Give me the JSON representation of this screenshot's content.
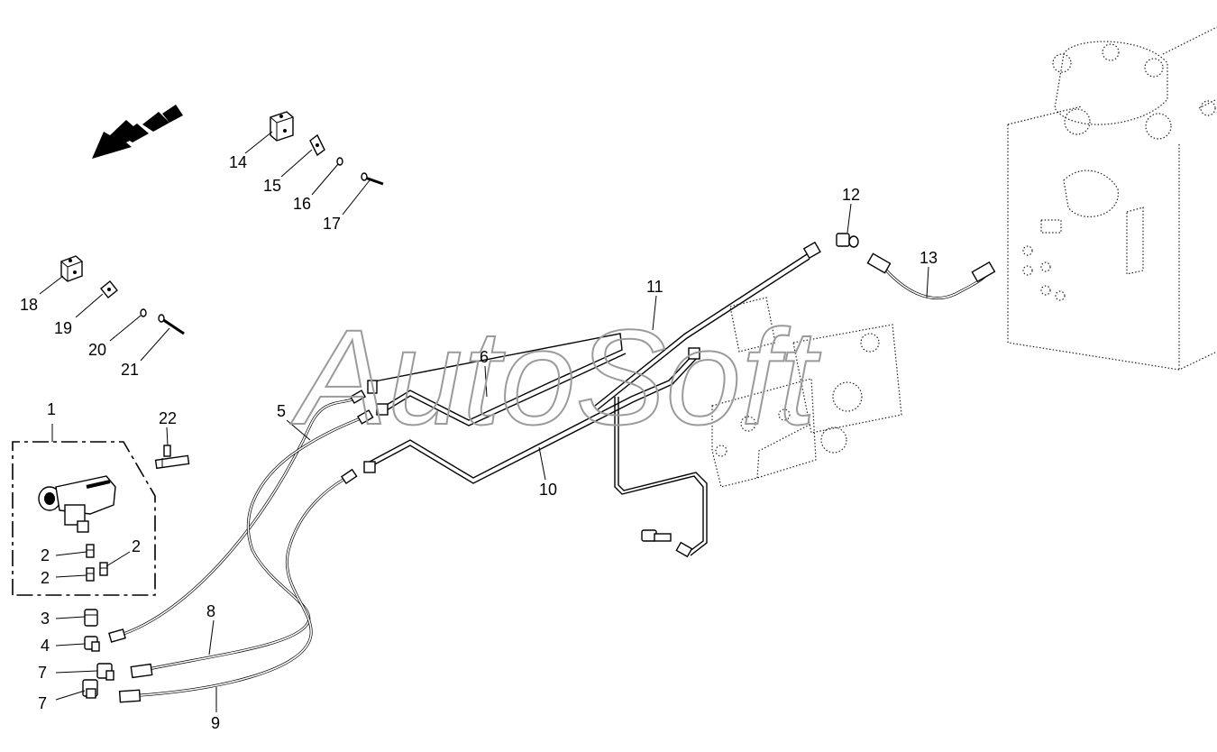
{
  "watermark": "AutoSoft",
  "callouts": [
    {
      "id": "c1",
      "text": "1"
    },
    {
      "id": "c2a",
      "text": "2"
    },
    {
      "id": "c2b",
      "text": "2"
    },
    {
      "id": "c2c",
      "text": "2"
    },
    {
      "id": "c3",
      "text": "3"
    },
    {
      "id": "c4",
      "text": "4"
    },
    {
      "id": "c5",
      "text": "5"
    },
    {
      "id": "c6",
      "text": "6"
    },
    {
      "id": "c7a",
      "text": "7"
    },
    {
      "id": "c7b",
      "text": "7"
    },
    {
      "id": "c8",
      "text": "8"
    },
    {
      "id": "c9",
      "text": "9"
    },
    {
      "id": "c10",
      "text": "10"
    },
    {
      "id": "c11",
      "text": "11"
    },
    {
      "id": "c12",
      "text": "12"
    },
    {
      "id": "c13",
      "text": "13"
    },
    {
      "id": "c14",
      "text": "14"
    },
    {
      "id": "c15",
      "text": "15"
    },
    {
      "id": "c16",
      "text": "16"
    },
    {
      "id": "c17",
      "text": "17"
    },
    {
      "id": "c18",
      "text": "18"
    },
    {
      "id": "c19",
      "text": "19"
    },
    {
      "id": "c20",
      "text": "20"
    },
    {
      "id": "c21",
      "text": "21"
    },
    {
      "id": "c22",
      "text": "22"
    }
  ]
}
